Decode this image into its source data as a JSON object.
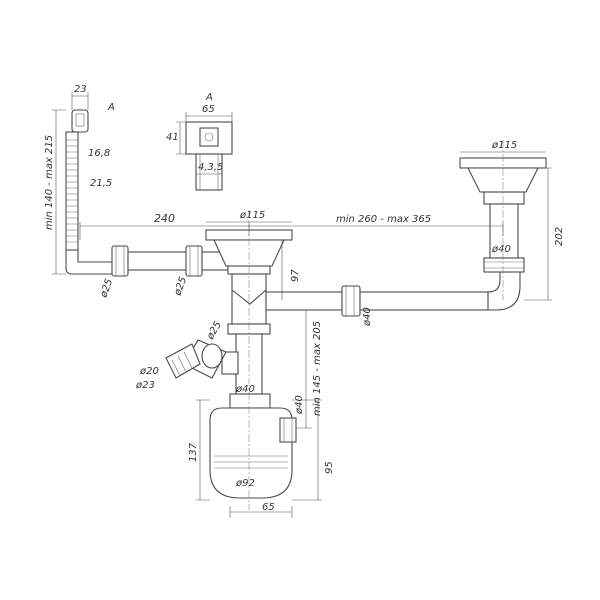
{
  "labels": {
    "d23_top": "23",
    "a_mark": "A",
    "a_detail": "A",
    "w65_detail": "65",
    "h41_detail": "41",
    "d43_detail": "4,3,5",
    "d168": "16,8",
    "d215": "21,5",
    "vert_range": "min 140 - max 215",
    "d240": "240",
    "d115_mid": "ø115",
    "range_mid": "min 260 - max 365",
    "d115_right": "ø115",
    "d202": "202",
    "d40_right": "ø40",
    "d97": "97",
    "d25_left": "ø25",
    "d25_mid": "ø25",
    "d40_horiz": "ø40",
    "d25_branch": "ø25",
    "range_vert2": "min 145 - max 205",
    "d20": "ø20",
    "d23": "ø23",
    "d40_center": "ø40",
    "d40_trap": "ø40",
    "d137": "137",
    "d95": "95",
    "d92": "ø92",
    "d65_bottom": "65"
  }
}
